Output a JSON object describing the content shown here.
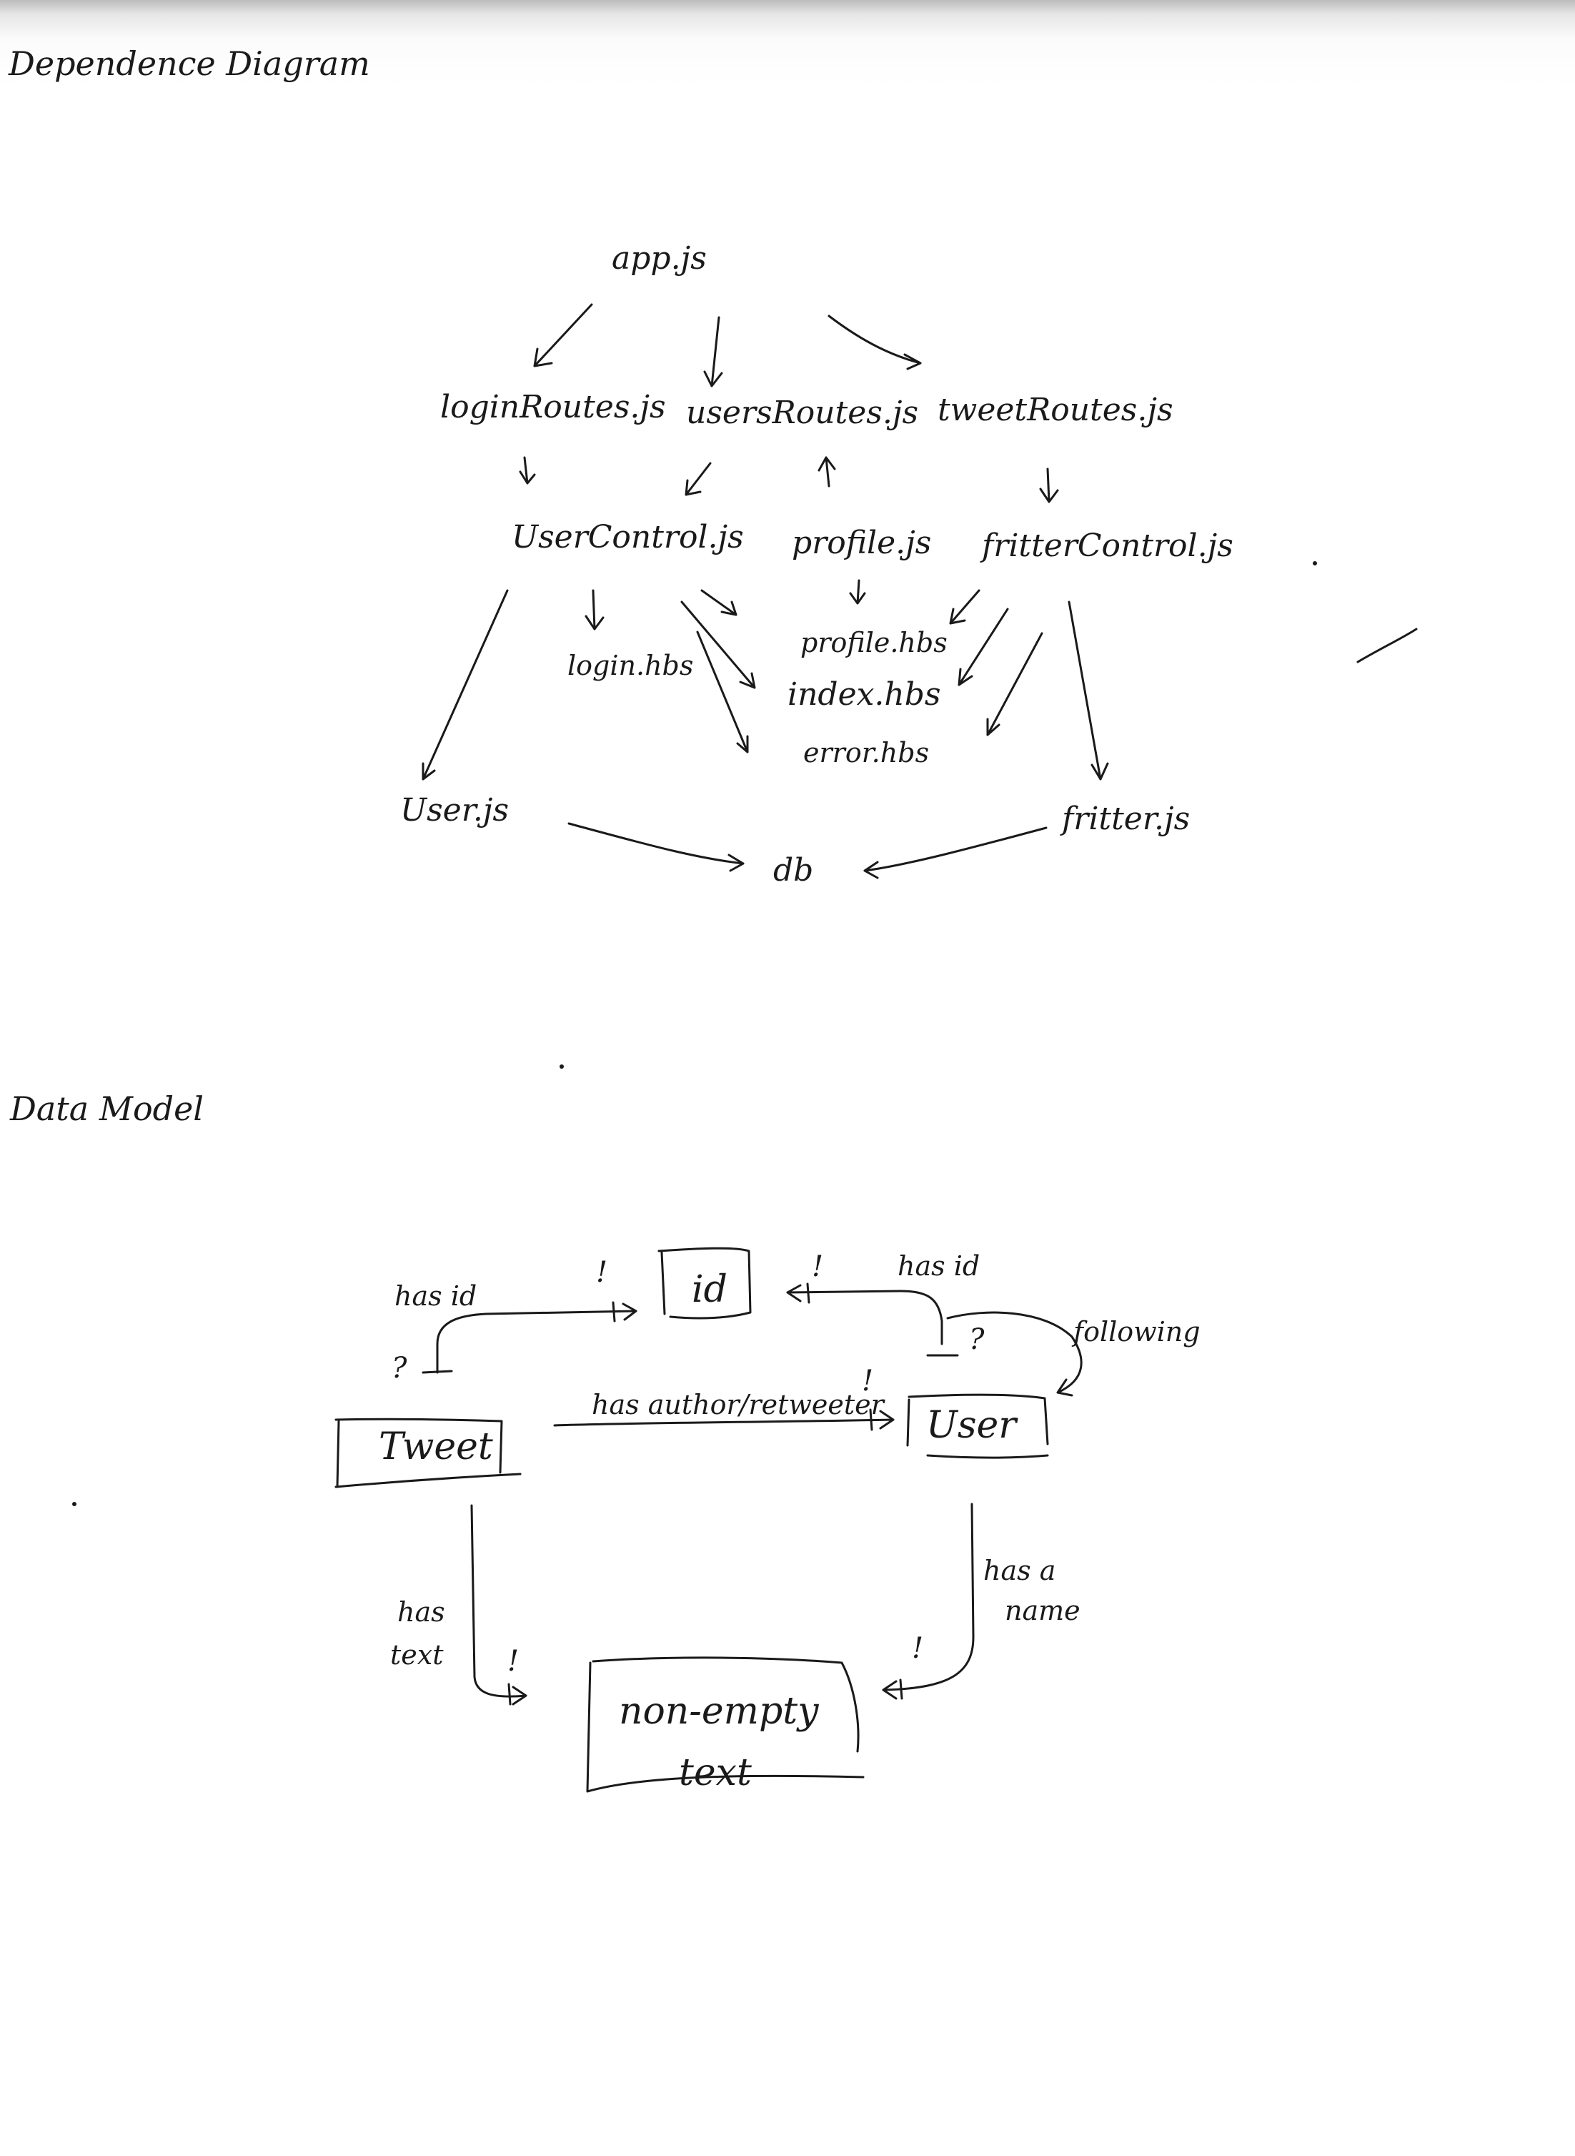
{
  "sections": {
    "dependence_title": "Dependence Diagram",
    "data_model_title": "Data Model"
  },
  "dependence_diagram": {
    "nodes": {
      "app": "app.js",
      "login_routes": "loginRoutes.js",
      "users_routes": "usersRoutes.js",
      "tweet_routes": "tweetRoutes.js",
      "user_control": "UserControl.js",
      "profile": "profile.js",
      "fritter_control": "fritterControl.js",
      "login_hbs": "login.hbs",
      "profile_hbs": "profile.hbs",
      "index_hbs": "index.hbs",
      "error_hbs": "error.hbs",
      "user": "User.js",
      "db": "db",
      "fritter": "fritter.js"
    }
  },
  "data_model": {
    "boxes": {
      "id": "id",
      "tweet": "Tweet",
      "user": "User",
      "text_line1": "non-empty",
      "text_line2": "text"
    },
    "relations": {
      "tweet_id": "has id",
      "user_id": "has id",
      "following": "following",
      "author": "has author/retweeter",
      "tweet_text_1": "has",
      "tweet_text_2": "text",
      "user_name_1": "has a",
      "user_name_2": "name"
    },
    "multiplicity": {
      "one": "!",
      "optional": "?"
    }
  }
}
